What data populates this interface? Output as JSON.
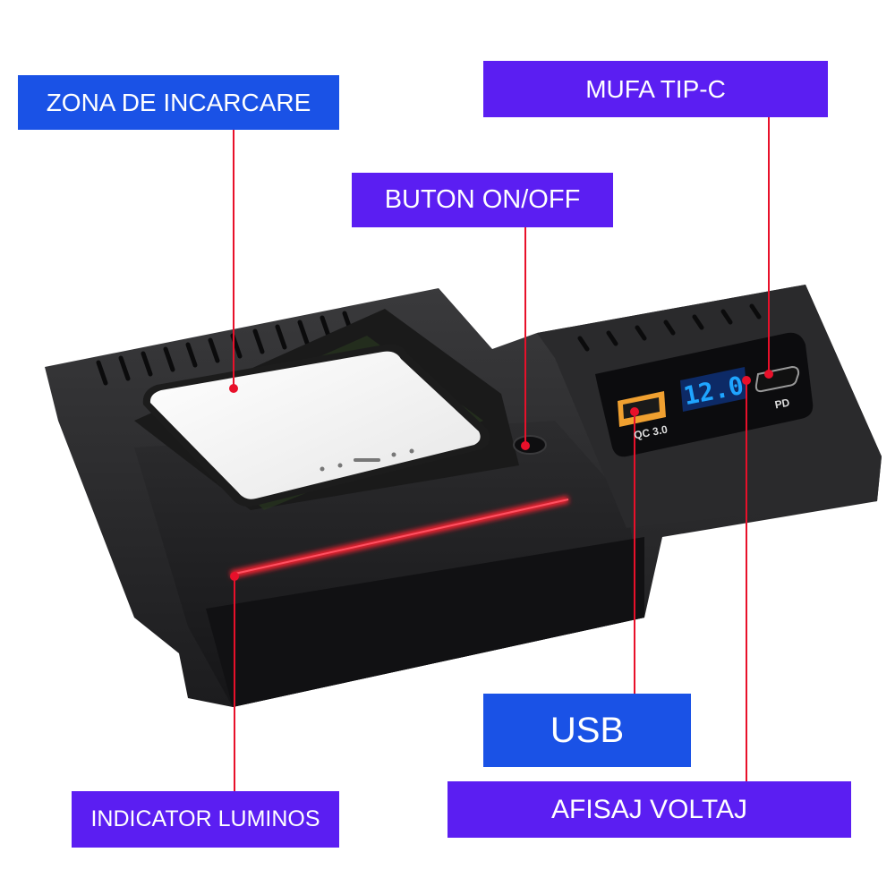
{
  "labels": {
    "charging_zone": "ZONA DE INCARCARE",
    "type_c_port": "MUFA TIP-C",
    "power_button": "BUTON ON/OFF",
    "usb": "USB",
    "voltage_display": "AFISAJ VOLTAJ",
    "light_indicator": "INDICATOR LUMINOS"
  },
  "device": {
    "display_value": "12.0",
    "usb_port_text": "QC 3.0",
    "type_c_port_text": "PD"
  },
  "colors": {
    "label_blue": "#1a52e6",
    "label_purple": "#5b1ef2",
    "callout_red": "#e8102a",
    "display_blue": "#1fa5ff",
    "usb_orange": "#f0a030",
    "led_red": "#ff2030"
  }
}
